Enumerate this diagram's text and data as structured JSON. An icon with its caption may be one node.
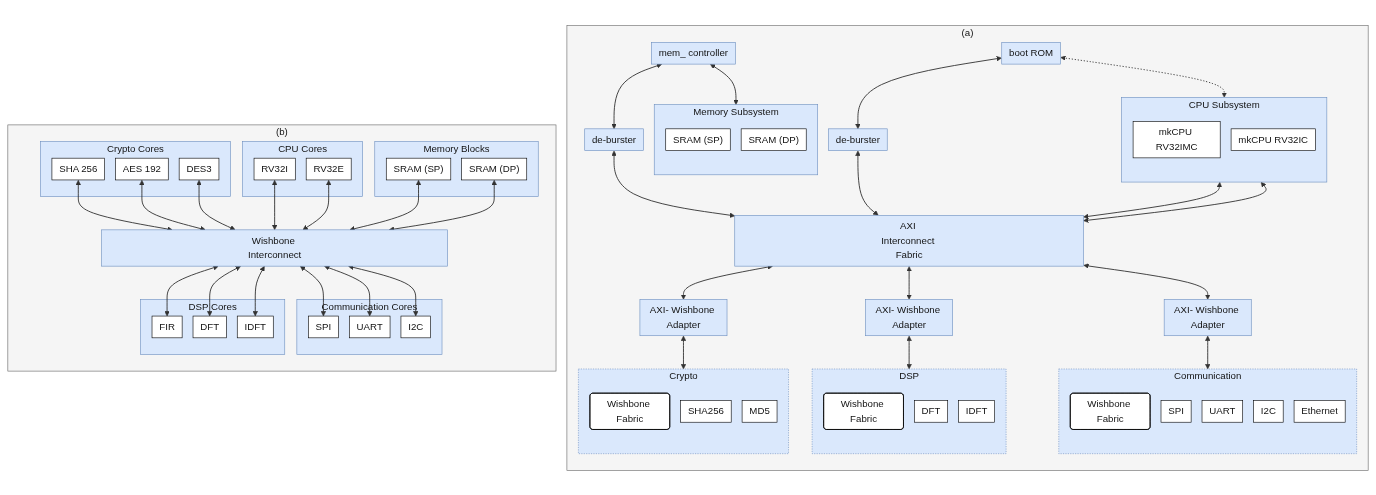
{
  "diagram": {
    "nodes": [
      {
        "text": [
          "(a)"
        ]
      },
      {
        "text": [
          "CPU Subsystem"
        ],
        "in": 0
      },
      {
        "text": [
          "mkCPU RV32IMC"
        ],
        "in": 1
      },
      {
        "text": [
          "mkCPU RV32IC"
        ],
        "in": 1
      },
      {
        "text": [
          "mem_ controller"
        ],
        "in": 0
      },
      {
        "text": [
          "de-burster"
        ],
        "in": 0
      },
      {
        "text": [
          "boot ROM"
        ],
        "in": 0
      },
      {
        "text": [
          "de-burster"
        ],
        "in": 0
      },
      {
        "text": [
          "Memory Subsystem"
        ],
        "in": 0
      },
      {
        "text": [
          "SRAM (SP)"
        ],
        "in": 8
      },
      {
        "text": [
          "SRAM (DP)"
        ],
        "in": 8
      },
      {
        "text": [
          "AXI Interconnect Fabric"
        ],
        "in": 0
      },
      {
        "text": [
          "AXI- Wishbone Adapter"
        ],
        "in": 0
      },
      {
        "text": [
          "AXI- Wishbone Adapter"
        ],
        "in": 0
      },
      {
        "text": [
          "AXI- Wishbone Adapter"
        ],
        "in": 0
      },
      {
        "text": [
          "Crypto"
        ],
        "in": 0
      },
      {
        "text": [
          "Wishbone Fabric"
        ],
        "in": 15
      },
      {
        "text": [
          "SHA256"
        ],
        "in": 15
      },
      {
        "text": [
          "MD5"
        ],
        "in": 15
      },
      {
        "text": [
          "DSP"
        ],
        "in": 0
      },
      {
        "text": [
          "Wishbone Fabric"
        ],
        "in": 19
      },
      {
        "text": [
          "DFT"
        ],
        "in": 19
      },
      {
        "text": [
          "IDFT"
        ],
        "in": 19
      },
      {
        "text": [
          "Communication"
        ],
        "in": 0
      },
      {
        "text": [
          "Wishbone Fabric"
        ],
        "in": 23
      },
      {
        "text": [
          "SPI"
        ],
        "in": 23
      },
      {
        "text": [
          "UART"
        ],
        "in": 23
      },
      {
        "text": [
          "I2C"
        ],
        "in": 23
      },
      {
        "text": [
          "Ethernet"
        ],
        "in": 23
      },
      {
        "text": [
          "(b)"
        ]
      },
      {
        "text": [
          "Crypto Cores"
        ],
        "in": 29
      },
      {
        "text": [
          "SHA 256"
        ],
        "in": 30
      },
      {
        "text": [
          "AES 192"
        ],
        "in": 30
      },
      {
        "text": [
          "DES3"
        ],
        "in": 30
      },
      {
        "text": [
          "CPU Cores"
        ],
        "in": 29
      },
      {
        "text": [
          "RV32I"
        ],
        "in": 34
      },
      {
        "text": [
          "RV32E"
        ],
        "in": 34
      },
      {
        "text": [
          "Memory Blocks"
        ],
        "in": 29
      },
      {
        "text": [
          "SRAM (SP)"
        ],
        "in": 37
      },
      {
        "text": [
          "SRAM (DP)"
        ],
        "in": 37
      },
      {
        "text": [
          "Wishbone Interconnect"
        ],
        "in": 29
      },
      {
        "text": [
          "Communication Cores"
        ],
        "in": 29
      },
      {
        "text": [
          "SPI"
        ],
        "in": 41
      },
      {
        "text": [
          "UART"
        ],
        "in": 41
      },
      {
        "text": [
          "I2C"
        ],
        "in": 41
      },
      {
        "text": [
          "DSP Cores"
        ],
        "in": 29
      },
      {
        "text": [
          "FIR"
        ],
        "in": 45
      },
      {
        "text": [
          "DFT"
        ],
        "in": 45
      },
      {
        "text": [
          "IDFT"
        ],
        "in": 45
      }
    ],
    "edges": [
      {
        "from": 1,
        "to": 11,
        "arrow": "both"
      },
      {
        "from": 1,
        "to": 11,
        "arrow": "both"
      },
      {
        "from": 6,
        "to": 1,
        "arrow": "both",
        "style": "dashed"
      },
      {
        "from": 4,
        "to": 8,
        "arrow": "both"
      },
      {
        "from": 4,
        "to": 5,
        "arrow": "both"
      },
      {
        "from": 5,
        "to": 11,
        "arrow": "both"
      },
      {
        "from": 6,
        "to": 7,
        "arrow": "both"
      },
      {
        "from": 7,
        "to": 11,
        "arrow": "both"
      },
      {
        "from": 11,
        "to": 12,
        "arrow": "both"
      },
      {
        "from": 11,
        "to": 13,
        "arrow": "both"
      },
      {
        "from": 11,
        "to": 14,
        "arrow": "both"
      },
      {
        "from": 12,
        "to": 15,
        "arrow": "both"
      },
      {
        "from": 13,
        "to": 19,
        "arrow": "both"
      },
      {
        "from": 14,
        "to": 23,
        "arrow": "both"
      },
      {
        "from": 31,
        "to": 40,
        "arrow": "both"
      },
      {
        "from": 32,
        "to": 40,
        "arrow": "both"
      },
      {
        "from": 33,
        "to": 40,
        "arrow": "both"
      },
      {
        "from": 35,
        "to": 40,
        "arrow": "both"
      },
      {
        "from": 36,
        "to": 40,
        "arrow": "both"
      },
      {
        "from": 38,
        "to": 40,
        "arrow": "both"
      },
      {
        "from": 39,
        "to": 40,
        "arrow": "both"
      },
      {
        "from": 40,
        "to": 42,
        "arrow": "both"
      },
      {
        "from": 40,
        "to": 43,
        "arrow": "both"
      },
      {
        "from": 40,
        "to": 44,
        "arrow": "both"
      },
      {
        "from": 40,
        "to": 46,
        "arrow": "both"
      },
      {
        "from": 40,
        "to": 47,
        "arrow": "both"
      },
      {
        "from": 40,
        "to": 48,
        "arrow": "both"
      }
    ]
  }
}
